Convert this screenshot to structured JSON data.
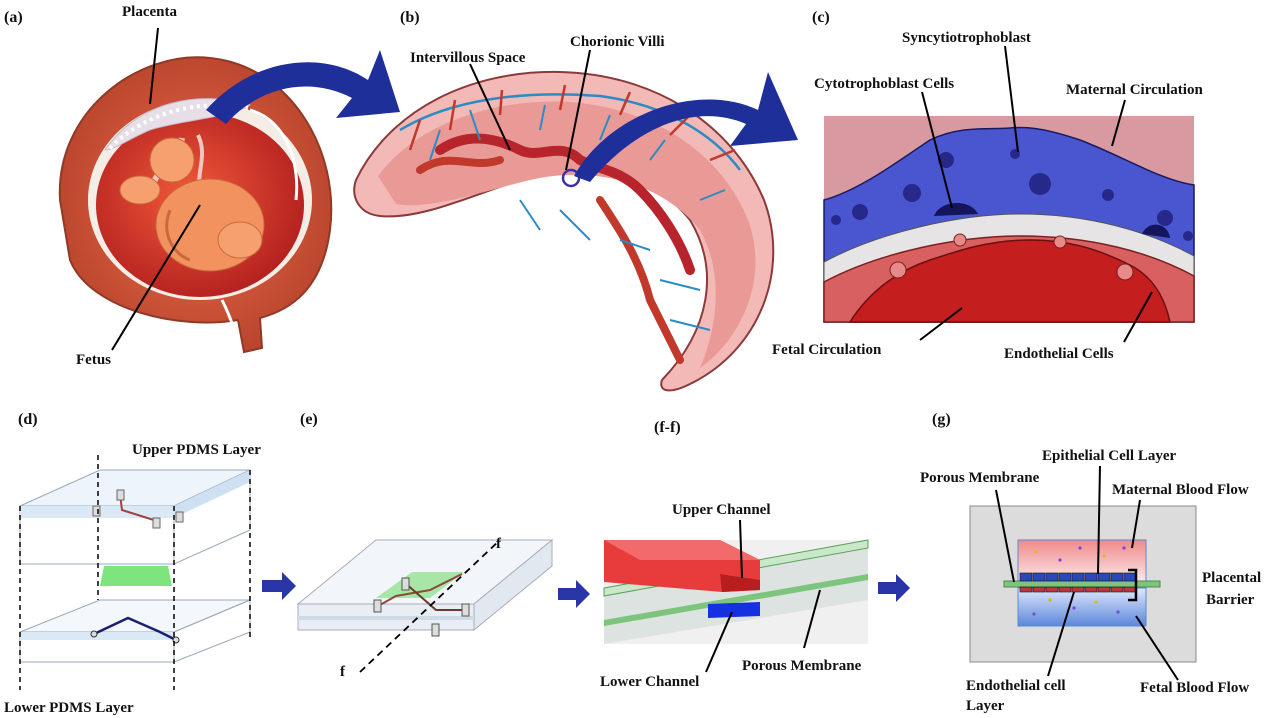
{
  "panels": {
    "a": "(a)",
    "b": "(b)",
    "c": "(c)",
    "d": "(d)",
    "e": "(e)",
    "ff": "(f-f)",
    "g": "(g)"
  },
  "labels": {
    "placenta": "Placenta",
    "fetus": "Fetus",
    "intervillous_space": "Intervillous Space",
    "chorionic_villi": "Chorionic Villi",
    "syncytiotrophoblast": "Syncytiotrophoblast",
    "cytotrophoblast_cells": "Cytotrophoblast Cells",
    "maternal_circulation": "Maternal Circulation",
    "fetal_circulation": "Fetal Circulation",
    "endothelial_cells": "Endothelial Cells",
    "upper_pdms_layer": "Upper PDMS Layer",
    "lower_pdms_layer": "Lower PDMS Layer",
    "section_f_1": "f",
    "section_f_2": "f",
    "upper_channel": "Upper Channel",
    "lower_channel": "Lower Channel",
    "porous_membrane_f": "Porous Membrane",
    "epithelial_cell_layer": "Epithelial Cell Layer",
    "porous_membrane_g": "Porous Membrane",
    "maternal_blood_flow": "Maternal Blood Flow",
    "placental_barrier_1": "Placental",
    "placental_barrier_2": "Barrier",
    "endothelial_cell_layer_1": "Endothelial cell",
    "endothelial_cell_layer_2": "Layer",
    "fetal_blood_flow": "Fetal Blood Flow"
  },
  "colors": {
    "arrow_blue": "#1e2f9a",
    "maternal_pink": "#d89aa0",
    "syncytio_blue": "#4a55d0",
    "fetal_red": "#c41e1e",
    "membrane_green": "#7dc47d",
    "channel_red": "#e83c3c",
    "channel_blue": "#1530e0"
  }
}
